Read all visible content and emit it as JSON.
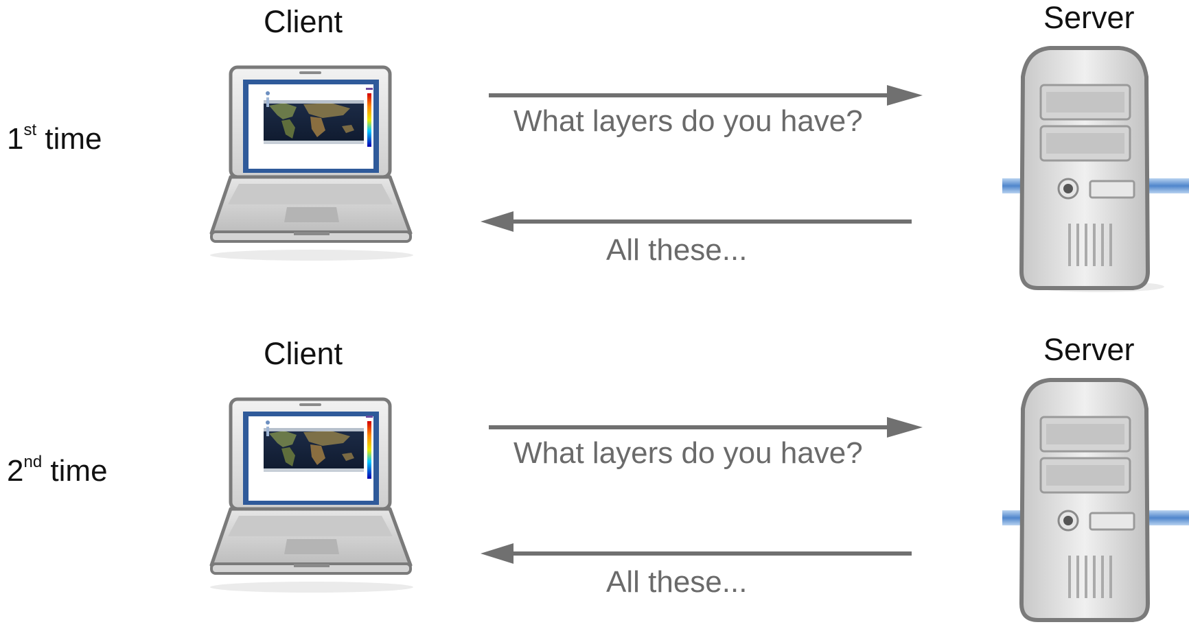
{
  "rows": [
    {
      "label_number": "1",
      "label_suffix": "st",
      "label_word": "time",
      "client_title": "Client",
      "server_title": "Server",
      "request_message": "What layers do you have?",
      "response_message": "All these..."
    },
    {
      "label_number": "2",
      "label_suffix": "nd",
      "label_word": "time",
      "client_title": "Client",
      "server_title": "Server",
      "request_message": "What layers do you have?",
      "response_message": "All these..."
    }
  ],
  "colors": {
    "arrow": "#707070",
    "message_text": "#6a6a6a",
    "label_text": "#111111",
    "screen_frame": "#2f5a9a",
    "device_body": "#d8d8d8",
    "device_outline": "#7a7a7a",
    "network_cable": "#6fa0d8"
  },
  "icons": [
    "laptop-icon",
    "server-tower-icon",
    "world-map-thumbnail",
    "color-scale-legend"
  ]
}
